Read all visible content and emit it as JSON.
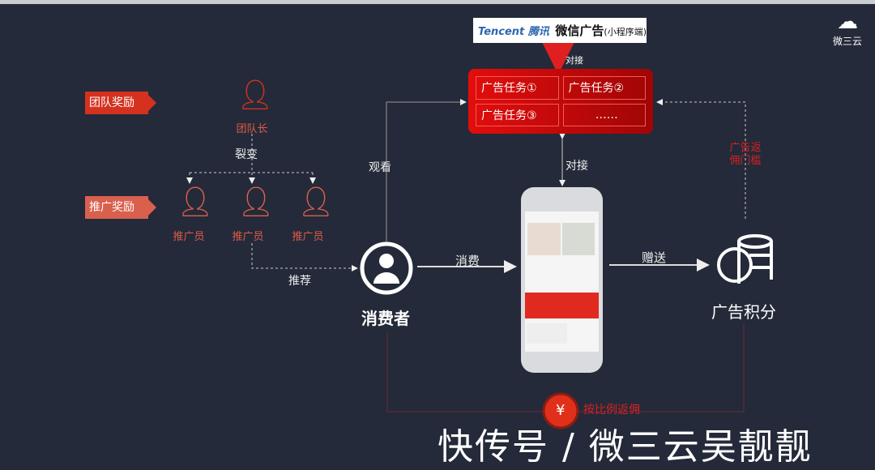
{
  "logo": {
    "text": "微三云"
  },
  "tencent": {
    "brand": "Tencent 腾讯",
    "title": "微信广告",
    "sub": "(小程序端)"
  },
  "ad_tasks": [
    "广告任务①",
    "广告任务②",
    "广告任务③",
    "……"
  ],
  "labels": {
    "connect_top": "对接",
    "connect_mid": "对接",
    "watch": "观看",
    "consume": "消费",
    "gift": "赠送",
    "recommend": "推荐",
    "fission": "裂变",
    "ad_rebate_threshold": "广告返佣门槛",
    "proportional_rebate": "按比例返佣"
  },
  "left": {
    "team_reward": "团队奖励",
    "promo_reward": "推广奖励",
    "leader": "团队长",
    "promoters": [
      "推广员",
      "推广员",
      "推广员"
    ]
  },
  "nodes": {
    "consumer": "消费者",
    "ad_points": "广告积分"
  },
  "watermark": "快传号 / 微三云吴靓靓",
  "colors": {
    "background": "#242a39",
    "accent_red": "#d4321f"
  }
}
